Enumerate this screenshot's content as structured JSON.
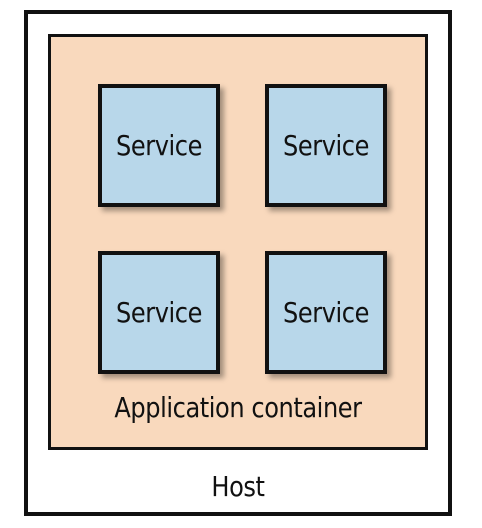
{
  "diagram": {
    "host": {
      "label": "Host"
    },
    "application_container": {
      "label": "Application container"
    },
    "services": [
      {
        "label": "Service"
      },
      {
        "label": "Service"
      },
      {
        "label": "Service"
      },
      {
        "label": "Service"
      }
    ],
    "colors": {
      "host_background": "#ffffff",
      "container_background": "#f9d9bd",
      "service_background": "#b8d7ea",
      "border": "#111111"
    }
  }
}
